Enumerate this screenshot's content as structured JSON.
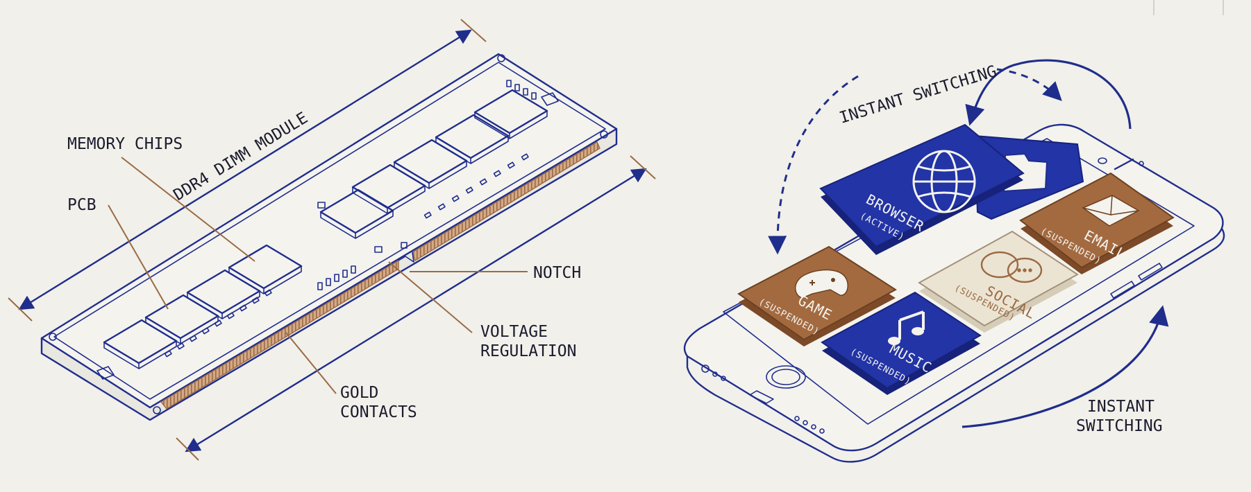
{
  "colors": {
    "background": "#f1f0ea",
    "ink": "#1f2d8c",
    "leader": "#9a6a45",
    "contacts": "#c79a74",
    "tile_blue": "#2234a6",
    "tile_brown": "#a36a40",
    "tile_cream": "#ece4d2"
  },
  "dimm": {
    "title": "DDR4 DIMM MODULE",
    "labels": {
      "memory_chips": "MEMORY CHIPS",
      "pcb": "PCB",
      "notch": "NOTCH",
      "voltage_line1": "VOLTAGE",
      "voltage_line2": "REGULATION",
      "gold_line1": "GOLD",
      "gold_line2": "CONTACTS"
    }
  },
  "phone": {
    "switch_top": "INSTANT SWITCHING",
    "switch_bottom_line1": "INSTANT",
    "switch_bottom_line2": "SWITCHING",
    "tiles": {
      "browser": {
        "label": "BROWSER",
        "sub": "(ACTIVE)",
        "icon": "globe-icon"
      },
      "email": {
        "label": "EMAIL",
        "sub": "(SUSPENDED)",
        "icon": "envelope-icon"
      },
      "game": {
        "label": "GAME",
        "sub": "(SUSPENDED)",
        "icon": "gamepad-icon"
      },
      "social": {
        "label": "SOCIAL",
        "sub": "(SUSPENDED)",
        "icon": "chat-bubbles-icon"
      },
      "music": {
        "label": "MUSIC",
        "sub": "(SUSPENDED)",
        "icon": "music-note-icon"
      },
      "folder": {
        "icon": "folder-icon"
      }
    }
  }
}
